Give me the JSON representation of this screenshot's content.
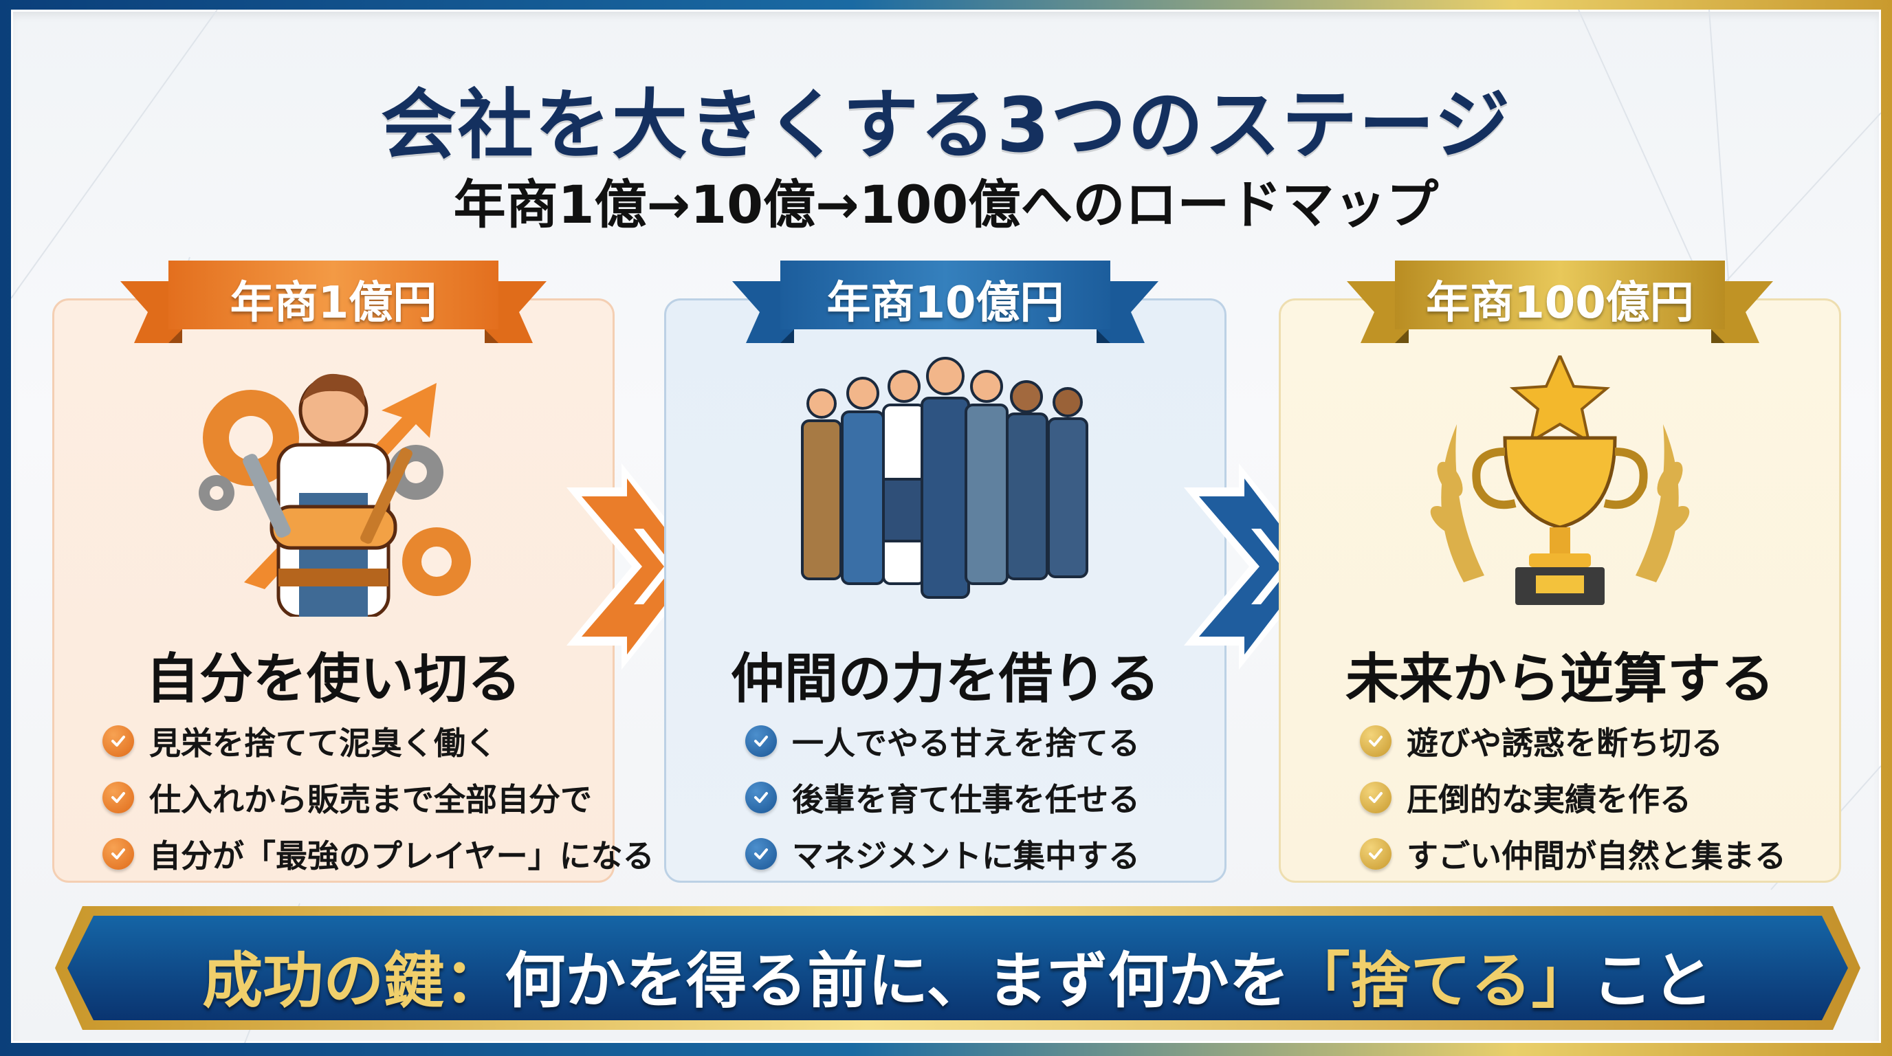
{
  "header": {
    "title": "会社を大きくする3つのステージ",
    "subtitle": "年商1億→10億→100億へのロードマップ"
  },
  "stages": [
    {
      "ribbon": "年商1億円",
      "illustration": "worker-with-tools-illustration",
      "heading": "自分を使い切る",
      "bullets": [
        "見栄を捨てて泥臭く働く",
        "仕入れから販売まで全部自分で",
        "自分が「最強のプレイヤー」になる"
      ],
      "accent": "#e8782a"
    },
    {
      "ribbon": "年商10億円",
      "illustration": "business-team-illustration",
      "heading": "仲間の力を借りる",
      "bullets": [
        "一人でやる甘えを捨てる",
        "後輩を育て仕事を任せる",
        "マネジメントに集中する"
      ],
      "accent": "#1f5d9e"
    },
    {
      "ribbon": "年商100億円",
      "illustration": "trophy-with-laurel-illustration",
      "heading": "未来から逆算する",
      "bullets": [
        "遊びや誘惑を断ち切る",
        "圧倒的な実績を作る",
        "すごい仲間が自然と集まる"
      ],
      "accent": "#c99a2e"
    }
  ],
  "footer": {
    "key_label": "成功の鍵：",
    "text_before": "何かを得る前に、まず何かを",
    "emphasis": "「捨てる」",
    "text_after": "こと"
  },
  "colors": {
    "title_navy": "#14305f",
    "orange": "#e8782a",
    "blue": "#1f5d9e",
    "gold": "#c99a2e",
    "footer_navy": "#0c3c78"
  }
}
